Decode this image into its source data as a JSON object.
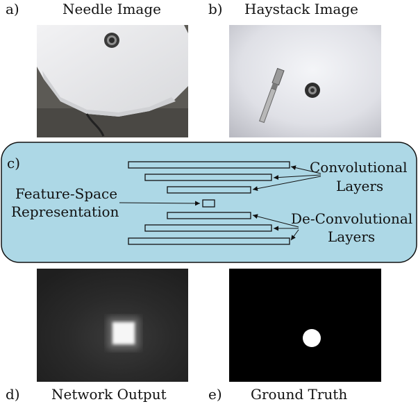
{
  "panels": {
    "a": {
      "letter": "a)",
      "title": "Needle Image"
    },
    "b": {
      "letter": "b)",
      "title": "Haystack Image"
    },
    "c": {
      "letter": "c)"
    },
    "d": {
      "letter": "d)",
      "title": "Network Output"
    },
    "e": {
      "letter": "e)",
      "title": "Ground Truth"
    }
  },
  "diagram": {
    "conv_label_line1": "Convolutional",
    "conv_label_line2": "Layers",
    "deconv_label_line1": "De-Convolutional",
    "deconv_label_line2": "Layers",
    "feature_label_line1": "Feature-Space",
    "feature_label_line2": "Representation"
  },
  "colors": {
    "diagram_box_fill": "#add8e6",
    "diagram_box_stroke": "#111111"
  }
}
